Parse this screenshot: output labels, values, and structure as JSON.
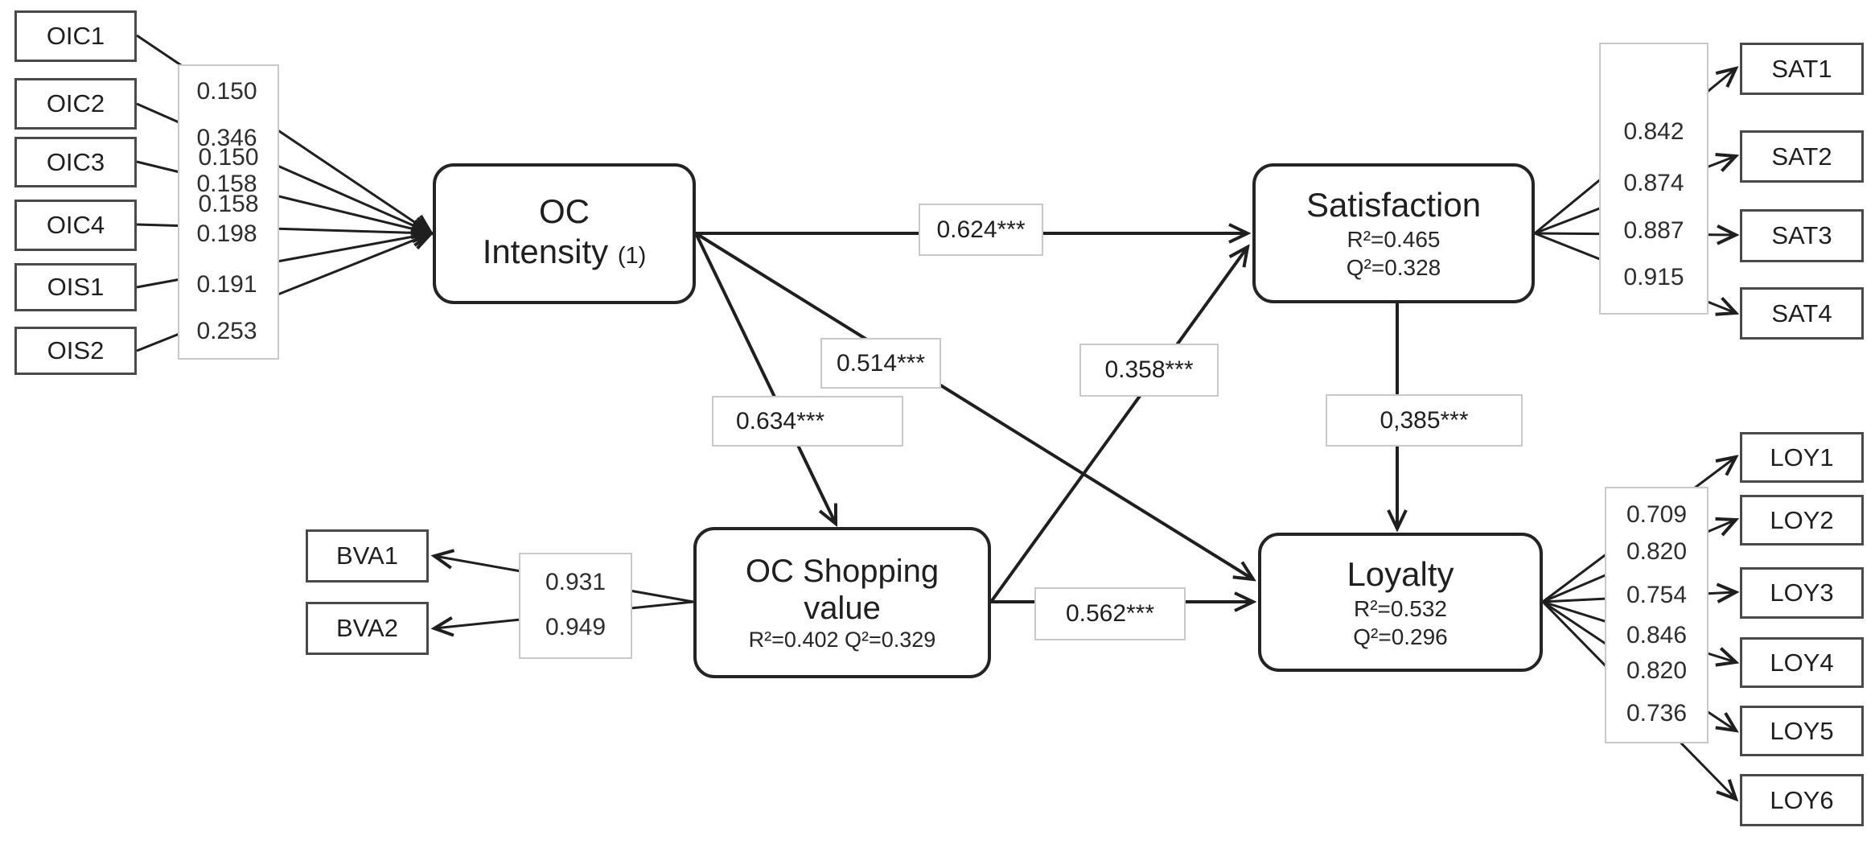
{
  "latents": {
    "oc_intensity": {
      "title_line1": "OC",
      "title_line2": "Intensity",
      "title_suffix": "(1)"
    },
    "satisfaction": {
      "title": "Satisfaction",
      "r2": "R²=0.465",
      "q2": "Q²=0.328"
    },
    "oc_shopping_value": {
      "title_line1": "OC Shopping",
      "title_line2": "value",
      "stats": "R²=0.402 Q²=0.329"
    },
    "loyalty": {
      "title": "Loyalty",
      "r2": "R²=0.532",
      "q2": "Q²=0.296"
    }
  },
  "paths": {
    "intensity_to_satisfaction": "0.624***",
    "intensity_to_loyalty": "0.514***",
    "intensity_to_shopping": "0.634***",
    "shopping_to_satisfaction": "0.358***",
    "shopping_to_loyalty": "0.562***",
    "satisfaction_to_loyalty": "0,385***"
  },
  "indicators": {
    "oic": {
      "items": [
        {
          "label": "OIC1",
          "loading": "0.150"
        },
        {
          "label": "OIC2",
          "loading": "0.346"
        },
        {
          "label": "OIC3",
          "loading": "0.158"
        },
        {
          "label": "OIC4",
          "loading": "0.198"
        },
        {
          "label": "OIS1",
          "loading": "0.191"
        },
        {
          "label": "OIS2",
          "loading": "0.253"
        }
      ]
    },
    "bva": {
      "items": [
        {
          "label": "BVA1",
          "loading": "0.931"
        },
        {
          "label": "BVA2",
          "loading": "0.949"
        }
      ]
    },
    "sat": {
      "items": [
        {
          "label": "SAT1",
          "loading": "0.842"
        },
        {
          "label": "SAT2",
          "loading": "0.874"
        },
        {
          "label": "SAT3",
          "loading": "0.887"
        },
        {
          "label": "SAT4",
          "loading": "0.915"
        }
      ]
    },
    "loy": {
      "items": [
        {
          "label": "LOY1",
          "loading": "0.709"
        },
        {
          "label": "LOY2",
          "loading": "0.820"
        },
        {
          "label": "LOY3",
          "loading": "0.754"
        },
        {
          "label": "LOY4",
          "loading": "0.846"
        },
        {
          "label": "LOY5",
          "loading": "0.820"
        },
        {
          "label": "LOY6",
          "loading": "0.736"
        }
      ]
    }
  },
  "colors": {
    "line": "#1f1f1f",
    "node_border": "#242424",
    "indicator_border": "#4a4a4a",
    "value_box_border": "#c9c9c9"
  }
}
